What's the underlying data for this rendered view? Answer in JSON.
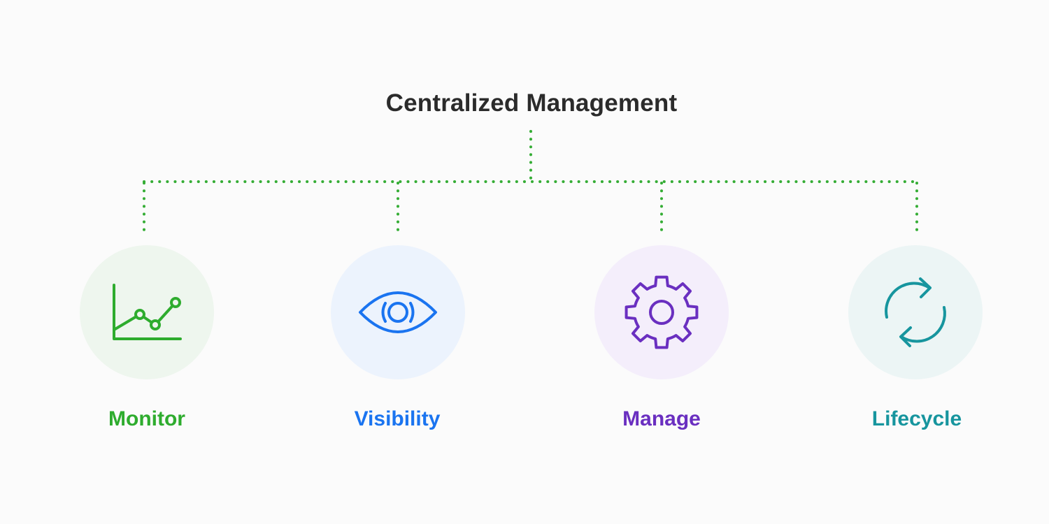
{
  "title": "Centralized Management",
  "colors": {
    "connector": "#35ad35",
    "title": "#2b2b2b"
  },
  "nodes": [
    {
      "label": "Monitor",
      "icon": "line-chart-icon",
      "color": "#2eac2e",
      "bg": "#eef6ee"
    },
    {
      "label": "Visibility",
      "icon": "eye-icon",
      "color": "#1a74f0",
      "bg": "#ecf3fd"
    },
    {
      "label": "Manage",
      "icon": "gear-icon",
      "color": "#6a2fc0",
      "bg": "#f4eefb"
    },
    {
      "label": "Lifecycle",
      "icon": "refresh-icon",
      "color": "#17959e",
      "bg": "#ecf5f5"
    }
  ]
}
